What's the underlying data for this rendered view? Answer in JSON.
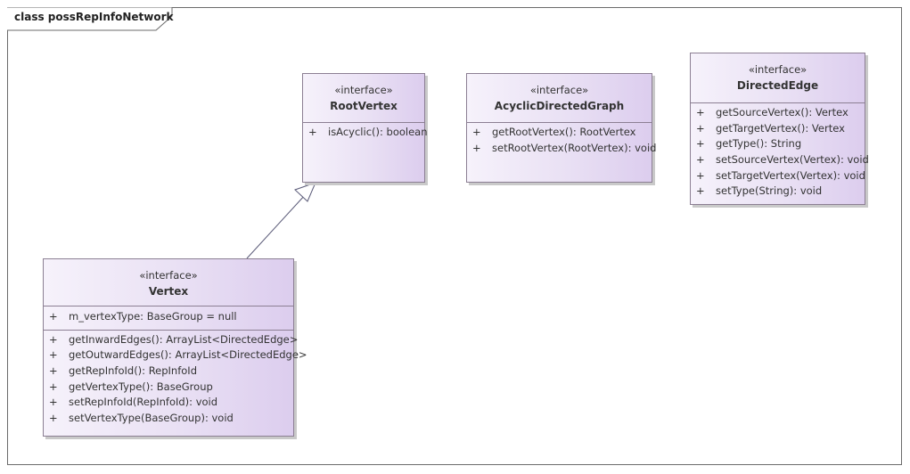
{
  "diagram": {
    "title": "class possRepInfoNetwork"
  },
  "classes": {
    "root_vertex": {
      "stereotype": "«interface»",
      "name": "RootVertex",
      "attributes": [],
      "operations": [
        {
          "vis": "+",
          "text": "isAcyclic(): boolean"
        }
      ]
    },
    "acyclic_directed_graph": {
      "stereotype": "«interface»",
      "name": "AcyclicDirectedGraph",
      "attributes": [],
      "operations": [
        {
          "vis": "+",
          "text": "getRootVertex(): RootVertex"
        },
        {
          "vis": "+",
          "text": "setRootVertex(RootVertex): void"
        }
      ]
    },
    "directed_edge": {
      "stereotype": "«interface»",
      "name": "DirectedEdge",
      "attributes": [],
      "operations": [
        {
          "vis": "+",
          "text": "getSourceVertex(): Vertex"
        },
        {
          "vis": "+",
          "text": "getTargetVertex(): Vertex"
        },
        {
          "vis": "+",
          "text": "getType(): String"
        },
        {
          "vis": "+",
          "text": "setSourceVertex(Vertex): void"
        },
        {
          "vis": "+",
          "text": "setTargetVertex(Vertex): void"
        },
        {
          "vis": "+",
          "text": "setType(String): void"
        }
      ]
    },
    "vertex": {
      "stereotype": "«interface»",
      "name": "Vertex",
      "attributes": [
        {
          "vis": "+",
          "text": "m_vertexType: BaseGroup = null"
        }
      ],
      "operations": [
        {
          "vis": "+",
          "text": "getInwardEdges(): ArrayList<DirectedEdge>"
        },
        {
          "vis": "+",
          "text": "getOutwardEdges(): ArrayList<DirectedEdge>"
        },
        {
          "vis": "+",
          "text": "getRepInfoId(): RepInfoId"
        },
        {
          "vis": "+",
          "text": "getVertexType(): BaseGroup"
        },
        {
          "vis": "+",
          "text": "setRepInfoId(RepInfoId): void"
        },
        {
          "vis": "+",
          "text": "setVertexType(BaseGroup): void"
        }
      ]
    }
  },
  "relations": [
    {
      "type": "generalization",
      "from": "Vertex",
      "to": "RootVertex"
    }
  ],
  "colors": {
    "class_border": "#8c7f93",
    "class_fill_light": "#f6f2fb",
    "class_fill_dark": "#dccdee",
    "edge": "#5a5a78"
  }
}
